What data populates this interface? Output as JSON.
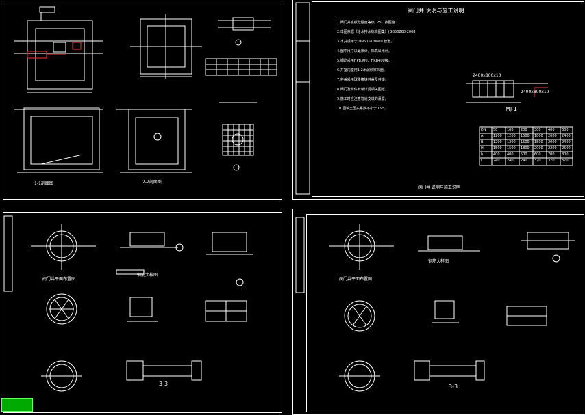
{
  "sheets": {
    "s1": {
      "section_11": "1-1剖面图",
      "section_22": "2-2剖面图"
    },
    "s2": {
      "title": "阀门井  说明与施工说明",
      "mj_label": "MJ-1",
      "footer": "阀门井 说明与施工说明",
      "dim_top": "2400x800x10",
      "dim_side": "2400x800x10",
      "notes": [
        "1.阀门井底板砼强度等级C25，按图施工。",
        "2.本图依据《给水排水标准图集》(GB50268-2008)",
        "3.本井适用于 DN50~DN600 管道。",
        "4.图中尺寸以毫米计，标高以米计。",
        "5.钢筋采用HPB300、HRB400级。",
        "6.井室内壁用1:2水泥砂浆抹面。",
        "7.井盖采用球墨铸铁井盖及井座。",
        "8.阀门及附件安装详见相关图纸。",
        "9.施工时应注意管道支墩的设置。",
        "10.回填土压实系数不小于0.95。"
      ],
      "table_rows": [
        [
          "DN",
          "50",
          "100",
          "200",
          "300",
          "400",
          "600"
        ],
        [
          "A",
          "1200",
          "1200",
          "1500",
          "1800",
          "2000",
          "2400"
        ],
        [
          "B",
          "1200",
          "1200",
          "1500",
          "1800",
          "2000",
          "2400"
        ],
        [
          "H",
          "1500",
          "1500",
          "1800",
          "2000",
          "2200",
          "2500"
        ],
        [
          "h",
          "400",
          "400",
          "500",
          "600",
          "700",
          "800"
        ],
        [
          "t",
          "240",
          "240",
          "240",
          "370",
          "370",
          "370"
        ]
      ]
    },
    "s3": {
      "plan": "阀门井平面布置图",
      "section": "3-3",
      "det": "钢筋大样图"
    },
    "s4": {
      "plan": "阀门井平面布置图",
      "section": "3-3",
      "det": "钢筋大样图"
    }
  }
}
